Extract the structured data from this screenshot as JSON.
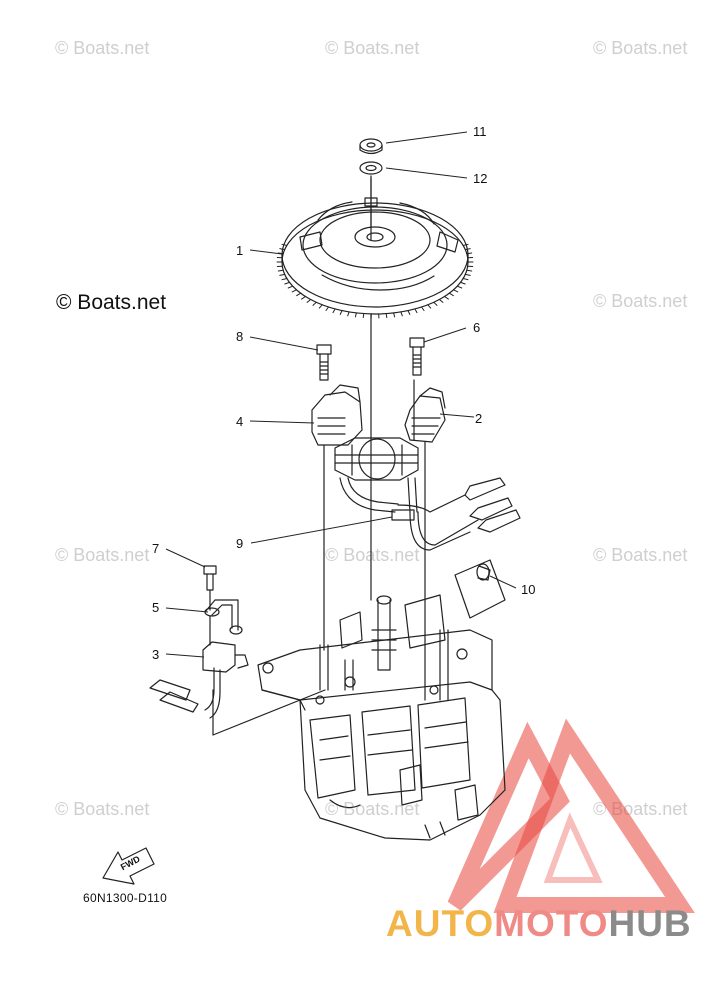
{
  "watermarks": {
    "copyright": "© Boats.net",
    "copyright_emphasized": "© Boats.net"
  },
  "callouts": {
    "c1": "1",
    "c2": "2",
    "c3": "3",
    "c4": "4",
    "c5": "5",
    "c6": "6",
    "c7": "7",
    "c8": "8",
    "c9": "9",
    "c10": "10",
    "c11": "11",
    "c12": "12"
  },
  "direction_badge": "FWD",
  "diagram_code": "60N1300-D110",
  "brand": {
    "part1": "AUTO",
    "part2": "MOTO",
    "part3": "HUB",
    "colors": {
      "auto": "#f2b54a",
      "moto": "#f08a86",
      "hub": "#8b8b8b",
      "logo": "#e8453c"
    }
  }
}
